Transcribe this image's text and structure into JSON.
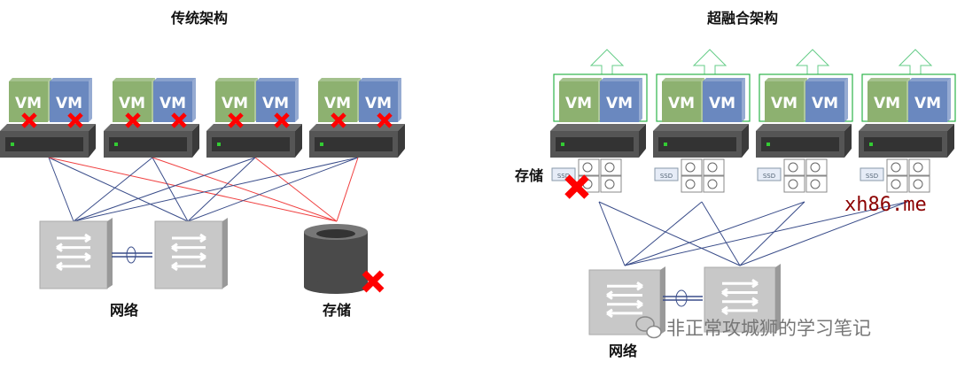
{
  "left": {
    "title": "传统架构",
    "network_label": "网络",
    "storage_label": "存储"
  },
  "right": {
    "title": "超融合架构",
    "storage_label": "存储",
    "network_label": "网络"
  },
  "vm_label": "VM",
  "ssd_label": "SSD",
  "watermark": "xh86.me",
  "footer_watermark": "非正常攻城狮的学习笔记",
  "colors": {
    "vm_green": "#8db170",
    "vm_blue": "#6a88bf",
    "server": "#555555",
    "fail": "#ff0000",
    "frame": "#2db34a",
    "link_blue": "#3a4d8a",
    "link_red": "#f04040"
  }
}
